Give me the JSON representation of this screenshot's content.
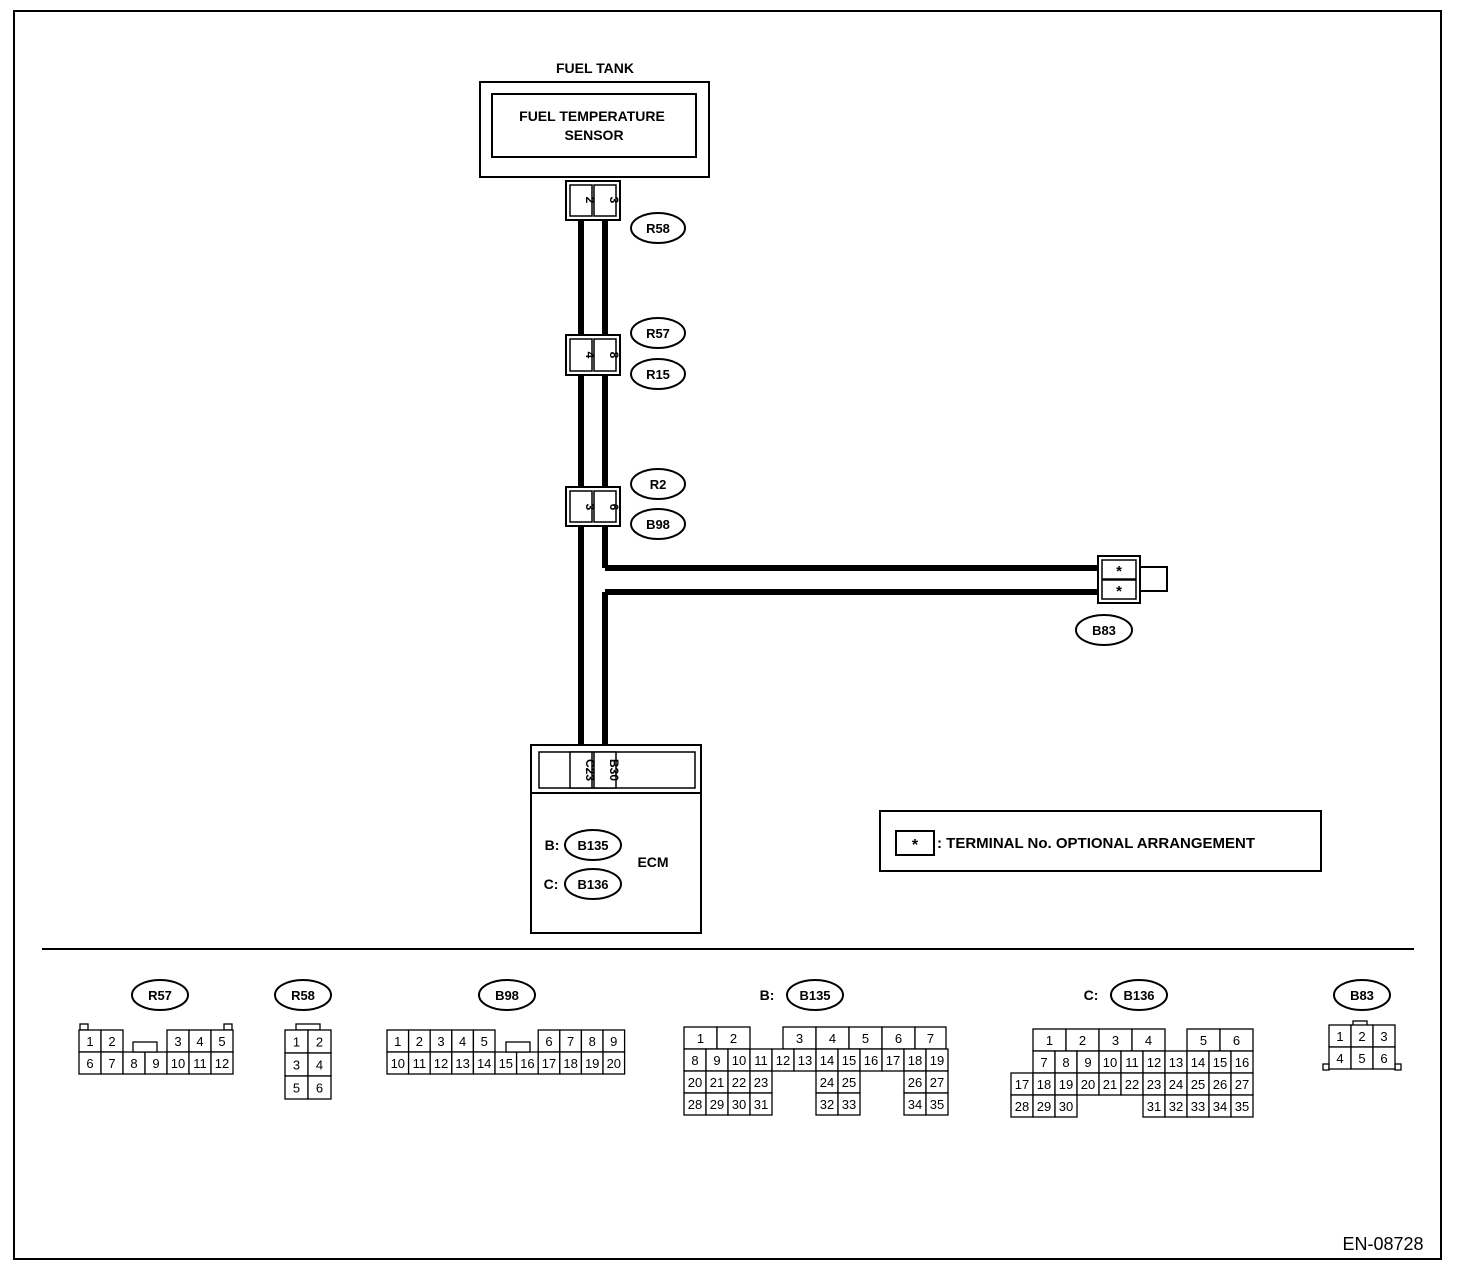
{
  "fuel_tank_label": "FUEL TANK",
  "sensor_label_line1": "FUEL TEMPERATURE",
  "sensor_label_line2": "SENSOR",
  "connectors": {
    "r58": {
      "id": "R58",
      "pins": [
        "2",
        "3"
      ]
    },
    "r57": {
      "id": "R57",
      "pins": [
        "4",
        "8"
      ]
    },
    "r15": {
      "id": "R15"
    },
    "r2": {
      "id": "R2",
      "pins": [
        "3",
        "6"
      ]
    },
    "b98": {
      "id": "B98"
    },
    "b83": {
      "id": "B83",
      "pins": [
        "*",
        "*"
      ]
    }
  },
  "ecm": {
    "label": "ECM",
    "pins": [
      "C23",
      "B30"
    ],
    "conn_b_prefix": "B:",
    "conn_b": "B135",
    "conn_c_prefix": "C:",
    "conn_c": "B136"
  },
  "legend": {
    "symbol": "*",
    "text": ": TERMINAL No. OPTIONAL ARRANGEMENT"
  },
  "connector_views": {
    "r57": {
      "label": "R57",
      "row1": [
        "1",
        "2",
        "3",
        "4",
        "5"
      ],
      "row2": [
        "6",
        "7",
        "8",
        "9",
        "10",
        "11",
        "12"
      ]
    },
    "r58": {
      "label": "R58",
      "cells": [
        "1",
        "2",
        "3",
        "4",
        "5",
        "6"
      ]
    },
    "b98": {
      "label": "B98",
      "row1": [
        "1",
        "2",
        "3",
        "4",
        "5",
        "6",
        "7",
        "8",
        "9"
      ],
      "row2": [
        "10",
        "11",
        "12",
        "13",
        "14",
        "15",
        "16",
        "17",
        "18",
        "19",
        "20"
      ]
    },
    "b135": {
      "prefix": "B:",
      "label": "B135",
      "row1": [
        "1",
        "2",
        "3",
        "4",
        "5",
        "6",
        "7"
      ],
      "row2": [
        "8",
        "9",
        "10",
        "11",
        "12",
        "13",
        "14",
        "15",
        "16",
        "17",
        "18",
        "19"
      ],
      "row3": [
        "20",
        "21",
        "22",
        "23",
        "24",
        "25",
        "26",
        "27"
      ],
      "row4": [
        "28",
        "29",
        "30",
        "31",
        "32",
        "33",
        "34",
        "35"
      ]
    },
    "b136": {
      "prefix": "C:",
      "label": "B136",
      "row1": [
        "1",
        "2",
        "3",
        "4",
        "5",
        "6"
      ],
      "row2": [
        "7",
        "8",
        "9",
        "10",
        "11",
        "12",
        "13",
        "14",
        "15",
        "16"
      ],
      "row3": [
        "17",
        "18",
        "19",
        "20",
        "21",
        "22",
        "23",
        "24",
        "25",
        "26",
        "27"
      ],
      "row4": [
        "28",
        "29",
        "30",
        "31",
        "32",
        "33",
        "34",
        "35"
      ]
    },
    "b83": {
      "label": "B83",
      "row1": [
        "1",
        "2",
        "3"
      ],
      "row2": [
        "4",
        "5",
        "6"
      ]
    }
  },
  "doc_id": "EN-08728"
}
